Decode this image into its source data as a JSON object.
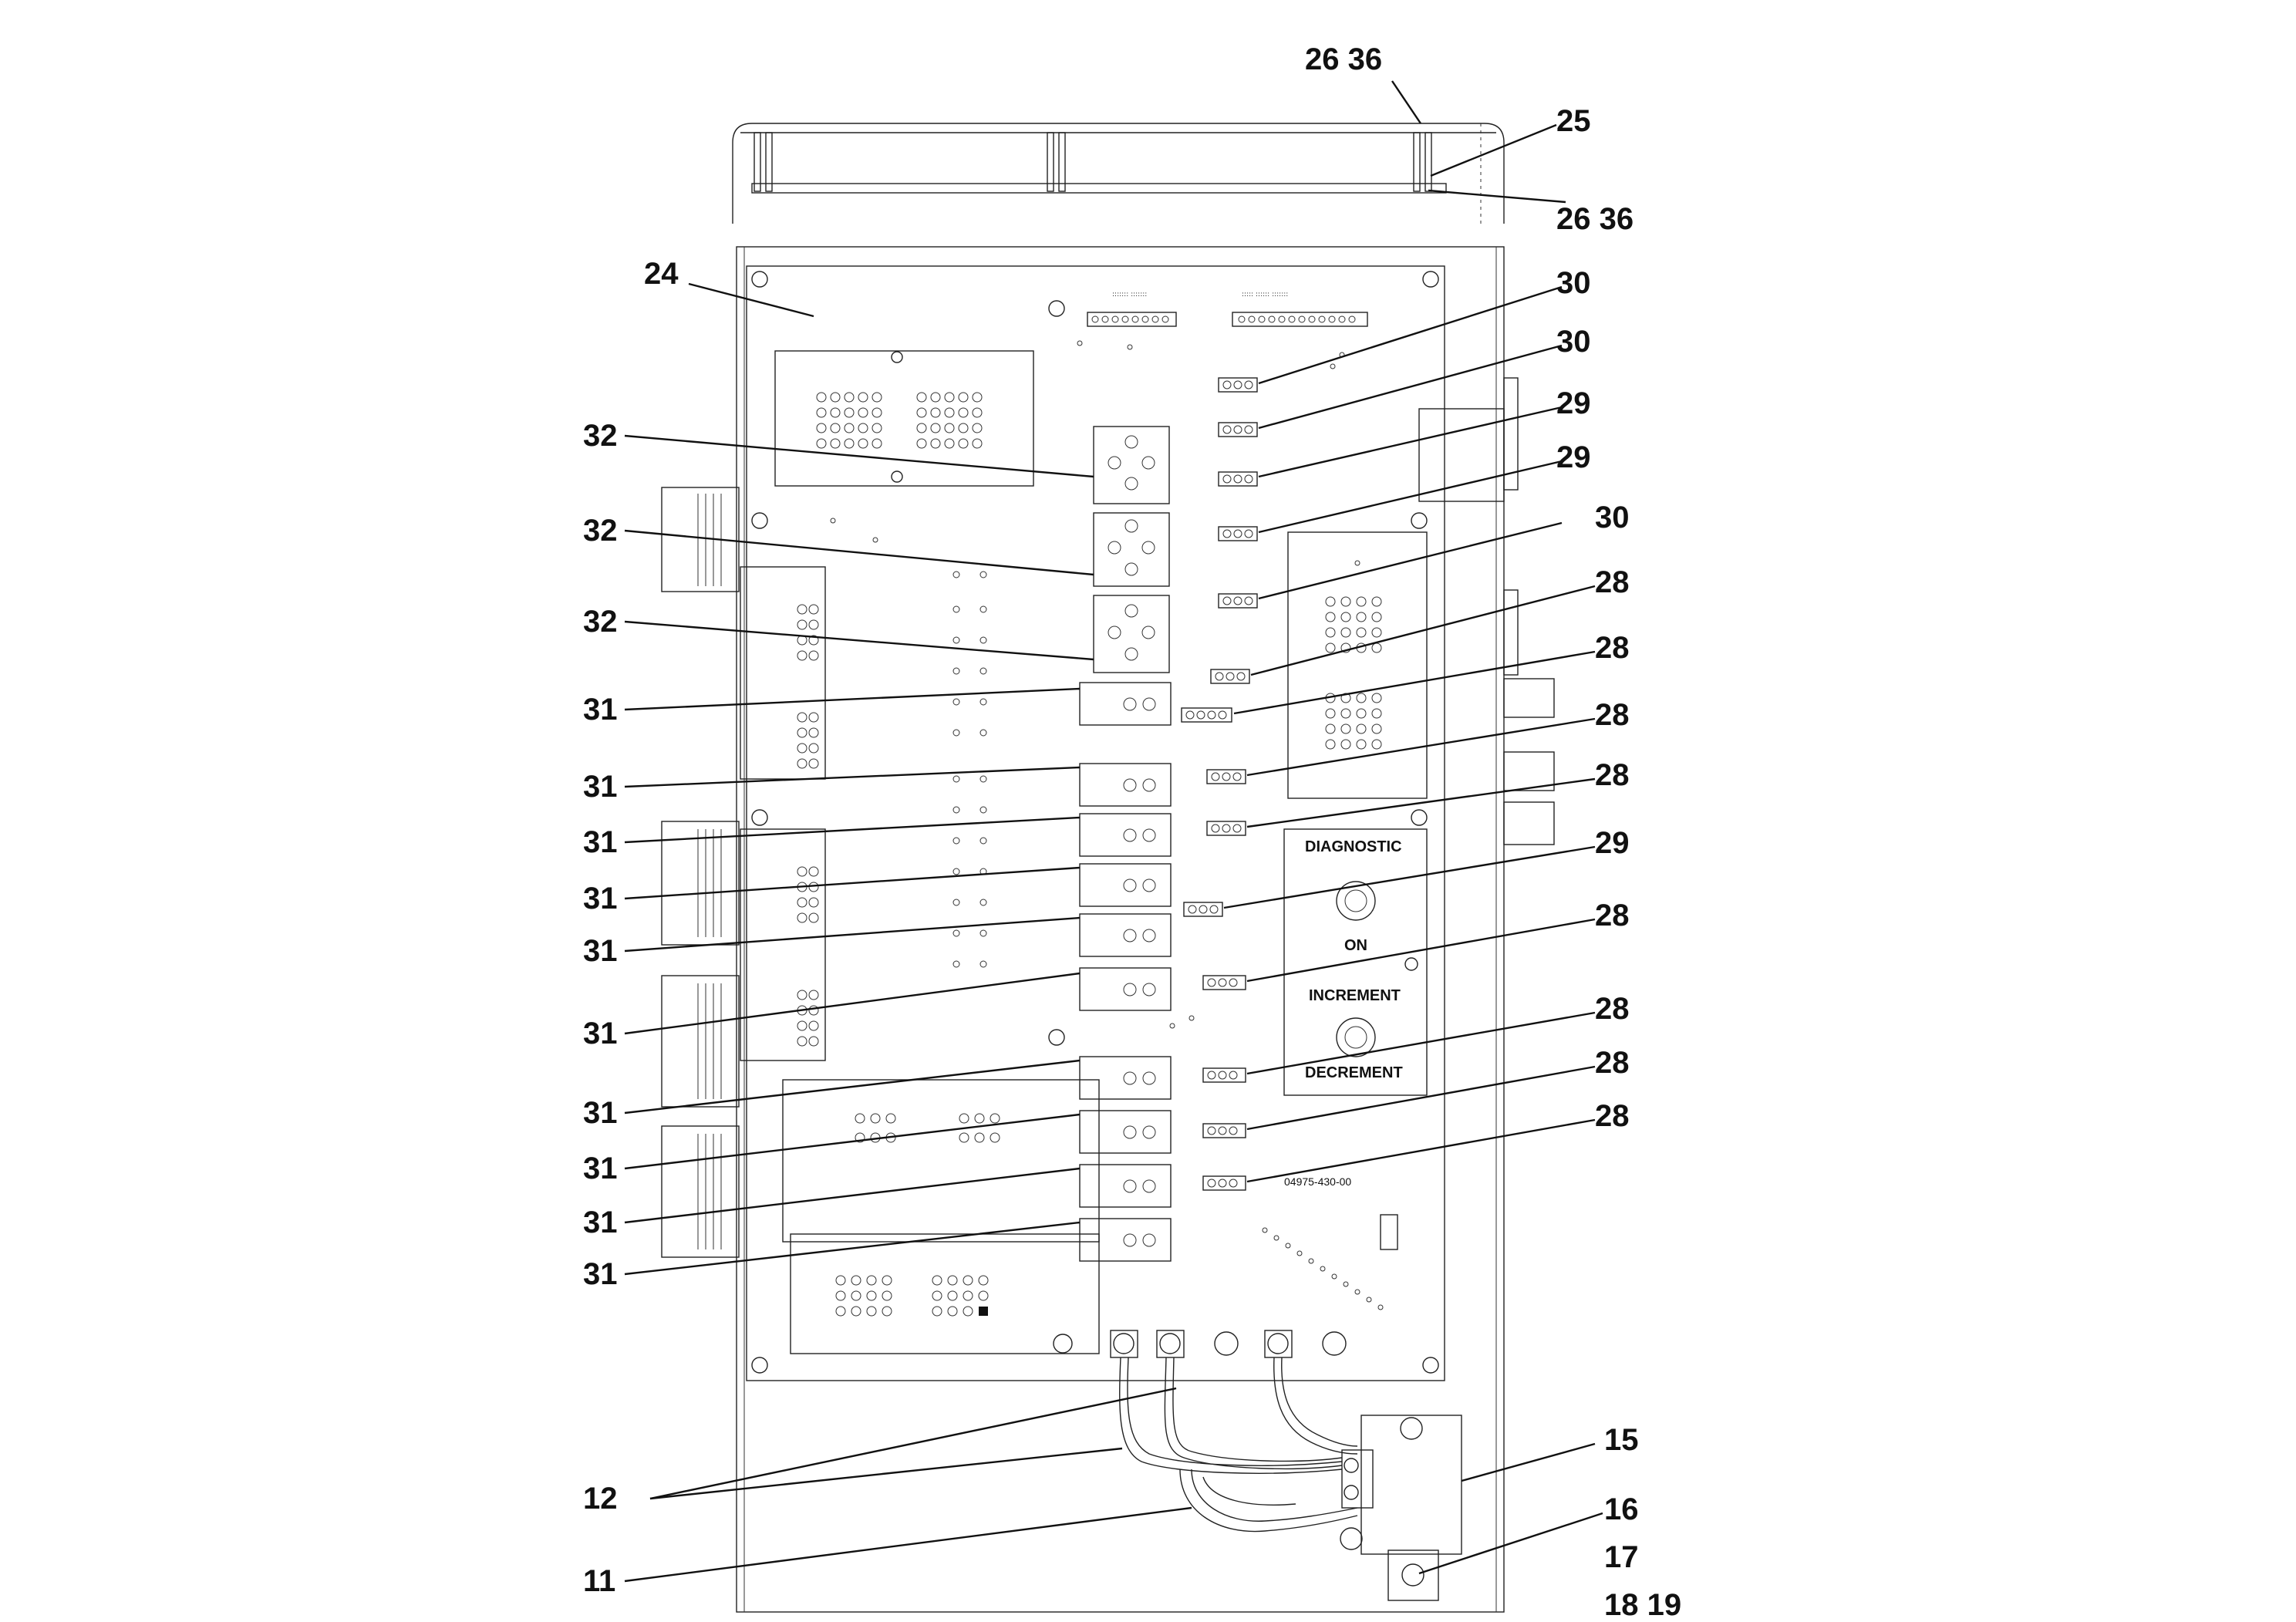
{
  "callouts": {
    "c26_36_top": "26 36",
    "c25": "25",
    "c26_36_bottom": "26 36",
    "c24": "24",
    "c30_a": "30",
    "c30_b": "30",
    "c29_a": "29",
    "c29_b": "29",
    "c30_c": "30",
    "c28_a": "28",
    "c28_b": "28",
    "c28_c": "28",
    "c28_d": "28",
    "c29_c": "29",
    "c28_e": "28",
    "c28_f": "28",
    "c28_g": "28",
    "c28_h": "28",
    "c15": "15",
    "c16": "16",
    "c17": "17",
    "c18_19": "18 19",
    "c32_a": "32",
    "c32_b": "32",
    "c32_c": "32",
    "c31_a": "31",
    "c31_b": "31",
    "c31_c": "31",
    "c31_d": "31",
    "c31_e": "31",
    "c31_f": "31",
    "c31_g": "31",
    "c31_h": "31",
    "c31_i": "31",
    "c31_j": "31",
    "c12": "12",
    "c11": "11"
  },
  "panel": {
    "diagnostic": "DIAGNOSTIC",
    "on": "ON",
    "increment": "INCREMENT",
    "decrement": "DECREMENT",
    "part_number": "04975-430-00"
  }
}
